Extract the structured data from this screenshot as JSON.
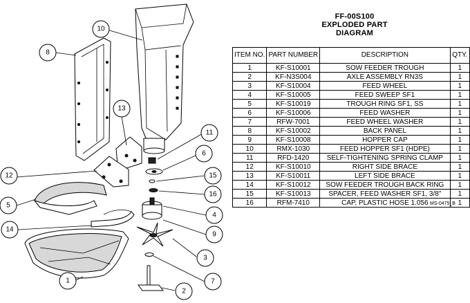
{
  "header": {
    "model": "FF-00S100",
    "title": "EXPLODED PART DIAGRAM"
  },
  "table": {
    "columns": [
      "ITEM NO.",
      "PART NUMBER",
      "DESCRIPTION",
      "QTY."
    ],
    "rows": [
      {
        "item": "1",
        "part": "KF-S10001",
        "desc": "SOW FEEDER TROUGH",
        "qty": "1"
      },
      {
        "item": "2",
        "part": "KF-N3S004",
        "desc": "AXLE ASSEMBLY RN3S",
        "qty": "1"
      },
      {
        "item": "3",
        "part": "KF-S10004",
        "desc": "FEED WHEEL",
        "qty": "1"
      },
      {
        "item": "4",
        "part": "KF-S10005",
        "desc": "FEED SWEEP SF1",
        "qty": "1"
      },
      {
        "item": "5",
        "part": "KF-S10019",
        "desc": "TROUGH RING SF1, SS",
        "qty": "1"
      },
      {
        "item": "6",
        "part": "KF-S10006",
        "desc": "FEED WASHER",
        "qty": "1"
      },
      {
        "item": "7",
        "part": "RFW-7001",
        "desc": "FEED WHEEL WASHER",
        "qty": "1"
      },
      {
        "item": "8",
        "part": "KF-S10002",
        "desc": "BACK PANEL",
        "qty": "1"
      },
      {
        "item": "9",
        "part": "KF-S10008",
        "desc": "HOPPER CAP",
        "qty": "1"
      },
      {
        "item": "10",
        "part": "RMX-1030",
        "desc": "FEED HOPPER SF1 (HDPE)",
        "qty": "1"
      },
      {
        "item": "11",
        "part": "RFD-1420",
        "desc": "SELF-TIGHTENING SPRING CLAMP",
        "qty": "1"
      },
      {
        "item": "12",
        "part": "KF-S10010",
        "desc": "RIGHT SIDE BRACE",
        "qty": "1"
      },
      {
        "item": "13",
        "part": "KF-S10011",
        "desc": "LEFT SIDE BRACE",
        "qty": "1"
      },
      {
        "item": "14",
        "part": "KF-S10012",
        "desc": "SOW FEEDER TROUGH BACK RING",
        "qty": "1"
      },
      {
        "item": "15",
        "part": "KF-S10013",
        "desc": "SPACER, FEED WASHER SF1, 3/8\"",
        "qty": "1"
      },
      {
        "item": "16",
        "part": "RFM-7410",
        "desc": "CAP, PLASTIC HOSE 1.056",
        "qty": "1"
      }
    ]
  },
  "doc_code": "MS-0475_B",
  "callouts": [
    "1",
    "2",
    "3",
    "4",
    "5",
    "6",
    "7",
    "8",
    "9",
    "10",
    "11",
    "12",
    "13",
    "14",
    "15",
    "16"
  ]
}
